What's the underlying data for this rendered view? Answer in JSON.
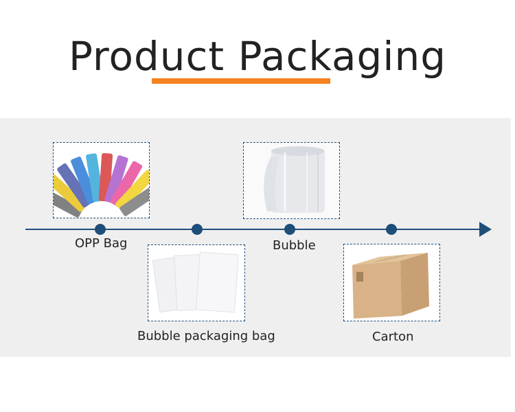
{
  "title": "Product Packaging",
  "colors": {
    "accent": "#f58220",
    "timeline": "#1f4e79",
    "band": "#efefef"
  },
  "items": [
    {
      "label": "OPP Bag",
      "image": "opp-bag-image"
    },
    {
      "label": "Bubble packaging bag",
      "image": "bubble-mailer-image"
    },
    {
      "label": "Bubble",
      "image": "bubble-wrap-roll-image"
    },
    {
      "label": "Carton",
      "image": "carton-box-image"
    }
  ]
}
